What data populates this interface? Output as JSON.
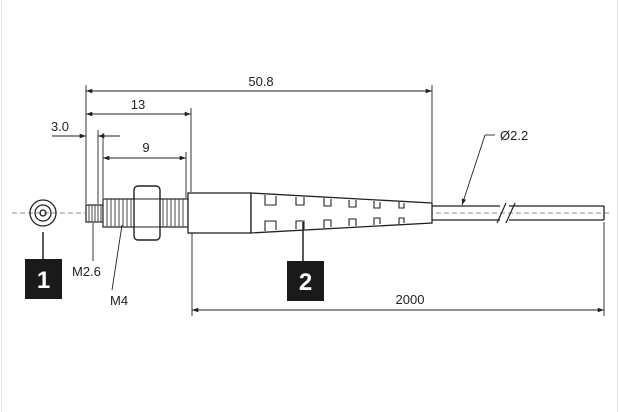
{
  "dimensions": {
    "overall_length": "50.8",
    "housing_length": "13",
    "thread_length": "9",
    "tip_length": "3.0",
    "fiber_length": "2000",
    "cable_diameter": "Ø2.2"
  },
  "threads": {
    "tip": "M2.6",
    "body": "M4"
  },
  "callouts": {
    "end_view": "1",
    "cable_part": "2"
  }
}
